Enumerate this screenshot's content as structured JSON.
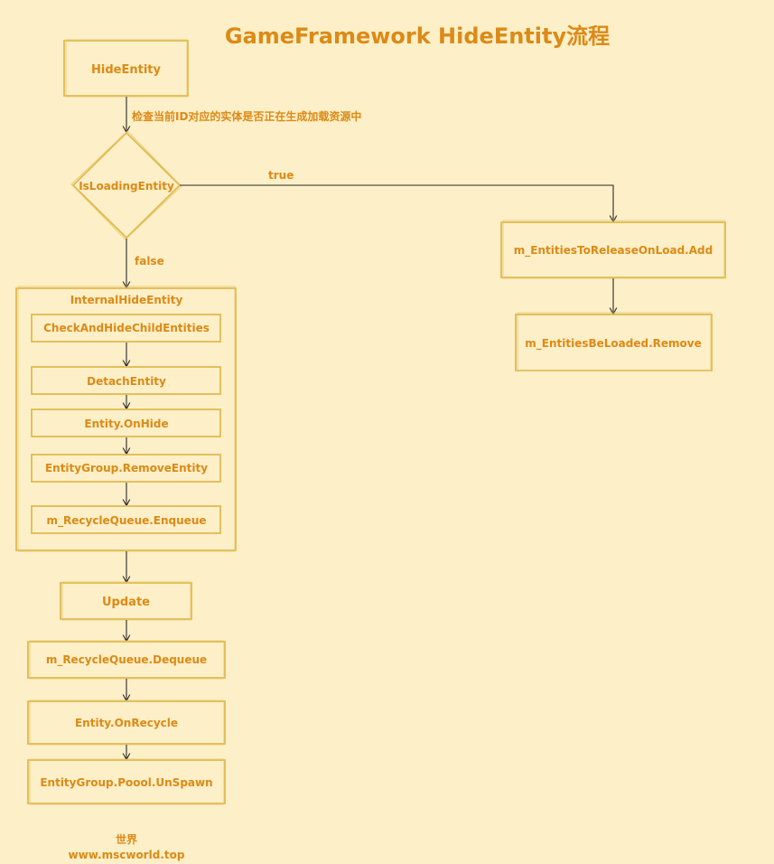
{
  "title": "GameFramework HideEntity流程",
  "nodes": {
    "hide_entity": "HideEntity",
    "check_note": "检查当前ID对应的实体是否正在生成加载资源中",
    "is_loading": "IsLoadingEntity",
    "true_label": "true",
    "false_label": "false",
    "release_on_load_add": "m_EntitiesToReleaseOnLoad.Add",
    "be_loaded_remove": "m_EntitiesBeLoaded.Remove",
    "internal_group": "InternalHideEntity",
    "check_hide_children": "CheckAndHideChildEntities",
    "detach_entity": "DetachEntity",
    "entity_on_hide": "Entity.OnHide",
    "group_remove_entity": "EntityGroup.RemoveEntity",
    "recycle_enqueue": "m_RecycleQueue.Enqueue",
    "update": "Update",
    "recycle_dequeue": "m_RecycleQueue.Dequeue",
    "entity_on_recycle": "Entity.OnRecycle",
    "pool_unspawn": "EntityGroup.Poool.UnSpawn"
  },
  "footer": {
    "line1": "世界",
    "line2": "www.mscworld.top"
  },
  "colors": {
    "background": "#fdefc7",
    "box_stroke": "#e0ba52",
    "text": "#dc8a16",
    "arrow": "#2a2a2a"
  }
}
